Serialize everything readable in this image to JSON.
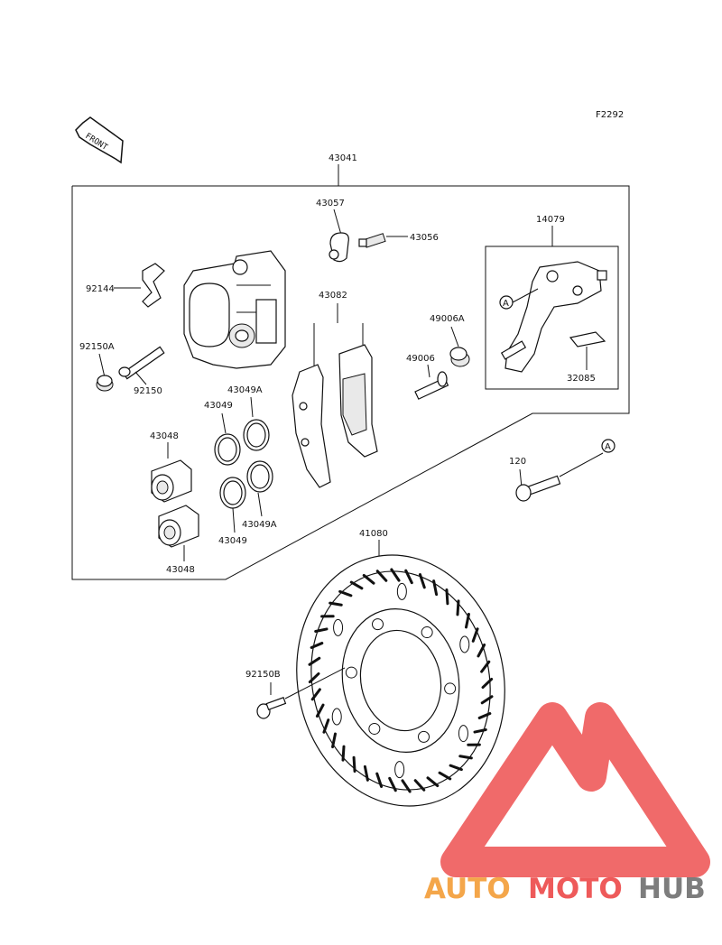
{
  "figure_code": "F2292",
  "front_label": "FRONT",
  "callouts": {
    "caliper_assembly": "43041",
    "bleeder_cap": "43057",
    "bleeder_valve": "43056",
    "bracket": "14079",
    "pad_spring": "92144",
    "brake_pads": "43082",
    "boot_a": "49006A",
    "pin_boot_a": "92150A",
    "pin": "92150",
    "slide_pin": "49006",
    "seal_a_top": "43049A",
    "seal_top": "43049",
    "piston_top": "43048",
    "seal_bottom": "43049",
    "seal_a_bottom": "43049A",
    "piston_bottom": "43048",
    "shim": "32085",
    "bolt": "120",
    "ref_a_bracket": "A",
    "ref_a_bolt": "A",
    "disc": "41080",
    "disc_bolt": "92150B"
  },
  "watermark": {
    "part1": "AUTO",
    "part2": "MOTO",
    "part3": "HUB",
    "color_orange": "#f4a64a",
    "color_red": "#ee5a5a",
    "color_gray": "#7d7d7d"
  }
}
